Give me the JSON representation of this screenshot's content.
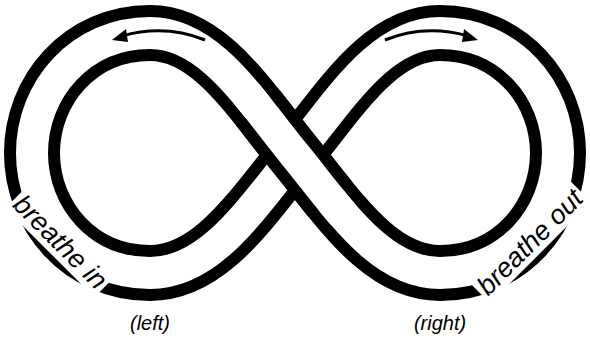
{
  "diagram": {
    "labels": [
      "breathe in",
      "breathe out",
      "(left)",
      "(right)"
    ]
  }
}
